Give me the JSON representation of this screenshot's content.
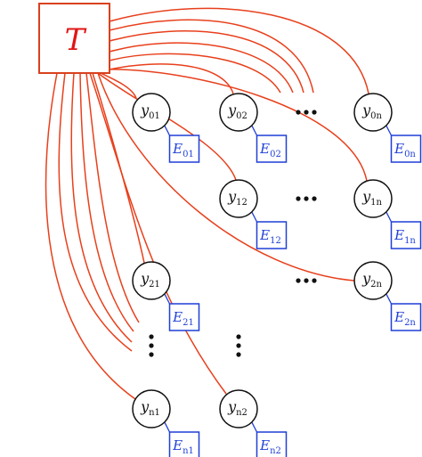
{
  "colors": {
    "edge": "#e8401c",
    "node_stroke": "#111111",
    "box_stroke": "#1f3fd6",
    "box_text": "#1f3fd6",
    "t_stroke": "#d9411e",
    "t_text": "#e01616",
    "dots": "#111111"
  },
  "root": {
    "letter": "T"
  },
  "nodes": [
    {
      "id": "y01",
      "base": "y",
      "sub": "01"
    },
    {
      "id": "y02",
      "base": "y",
      "sub": "02"
    },
    {
      "id": "y0n",
      "base": "y",
      "sub": "0n"
    },
    {
      "id": "y12",
      "base": "y",
      "sub": "12"
    },
    {
      "id": "y1n",
      "base": "y",
      "sub": "1n"
    },
    {
      "id": "y21",
      "base": "y",
      "sub": "21"
    },
    {
      "id": "y2n",
      "base": "y",
      "sub": "2n"
    },
    {
      "id": "yn1",
      "base": "y",
      "sub": "n1"
    },
    {
      "id": "yn2",
      "base": "y",
      "sub": "n2"
    }
  ],
  "factors": [
    {
      "id": "E01",
      "base": "E",
      "sub": "01"
    },
    {
      "id": "E02",
      "base": "E",
      "sub": "02"
    },
    {
      "id": "E0n",
      "base": "E",
      "sub": "0n"
    },
    {
      "id": "E12",
      "base": "E",
      "sub": "12"
    },
    {
      "id": "E1n",
      "base": "E",
      "sub": "1n"
    },
    {
      "id": "E21",
      "base": "E",
      "sub": "21"
    },
    {
      "id": "E2n",
      "base": "E",
      "sub": "2n"
    },
    {
      "id": "En1",
      "base": "E",
      "sub": "n1"
    },
    {
      "id": "En2",
      "base": "E",
      "sub": "n2"
    }
  ],
  "ellipses": [
    {
      "id": "row0",
      "orientation": "horizontal"
    },
    {
      "id": "row1",
      "orientation": "horizontal"
    },
    {
      "id": "row2",
      "orientation": "horizontal"
    },
    {
      "id": "col1",
      "orientation": "vertical"
    },
    {
      "id": "col2",
      "orientation": "vertical"
    }
  ]
}
